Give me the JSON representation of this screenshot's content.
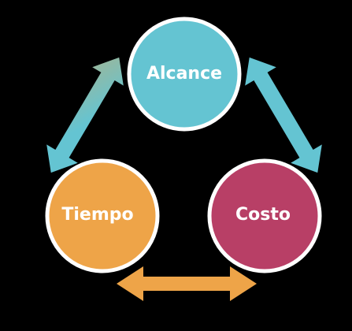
{
  "nodes": {
    "alcance": {
      "label": "Alcance",
      "color": "#64c4d2"
    },
    "tiempo": {
      "label": "Tiempo",
      "color": "#eea448"
    },
    "costo": {
      "label": "Costo",
      "color": "#b83f66"
    }
  },
  "colors": {
    "background": "#000000",
    "circle_border": "#ffffff",
    "label_text": "#ffffff"
  }
}
